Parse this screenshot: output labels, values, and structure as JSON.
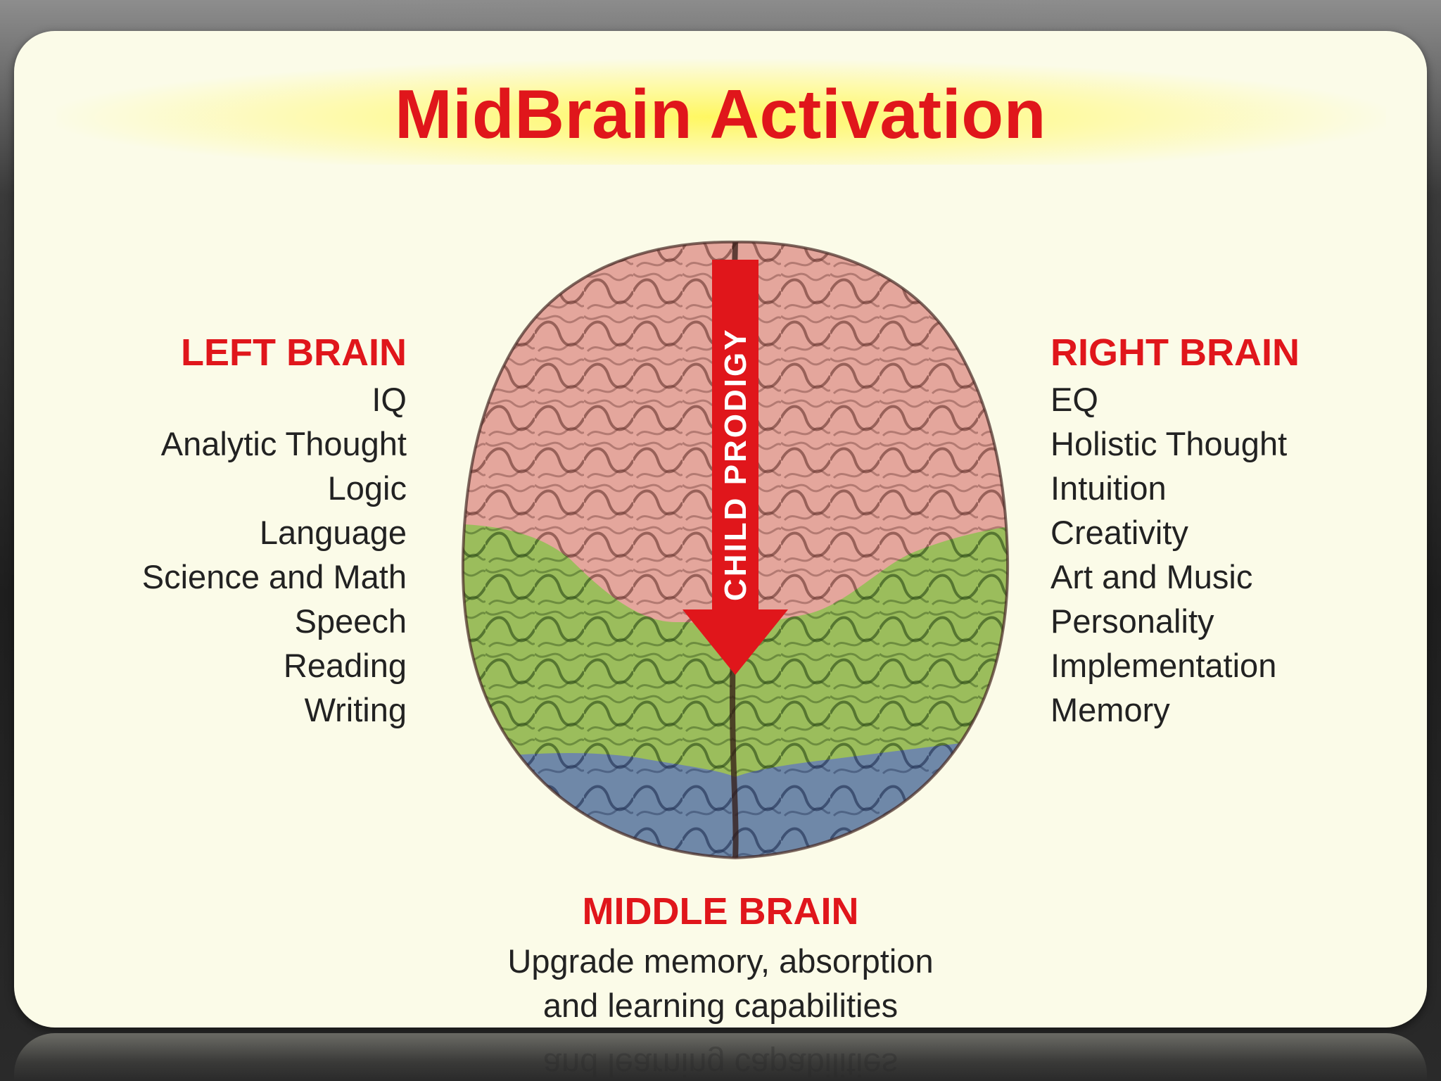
{
  "title": "MidBrain Activation",
  "left_brain": {
    "heading": "LEFT BRAIN",
    "items": [
      "IQ",
      "Analytic Thought",
      "Logic",
      "Language",
      "Science and Math",
      "Speech",
      "Reading",
      "Writing"
    ]
  },
  "right_brain": {
    "heading": "RIGHT BRAIN",
    "items": [
      "EQ",
      "Holistic Thought",
      "Intuition",
      "Creativity",
      "Art and Music",
      "Personality",
      "Implementation",
      "Memory"
    ]
  },
  "middle_brain": {
    "heading": "MIDDLE BRAIN",
    "line1": "Upgrade memory, absorption",
    "line2": "and learning capabilities"
  },
  "arrow_label": "CHILD PRODIGY",
  "reflection_text": "and learning capabilities",
  "colors": {
    "accent_red": "#e0161b",
    "card_background": "#fbfbe8",
    "brain_pink": "#e4a69c",
    "brain_green": "#9bbd5c",
    "brain_blue": "#6f88a8"
  }
}
